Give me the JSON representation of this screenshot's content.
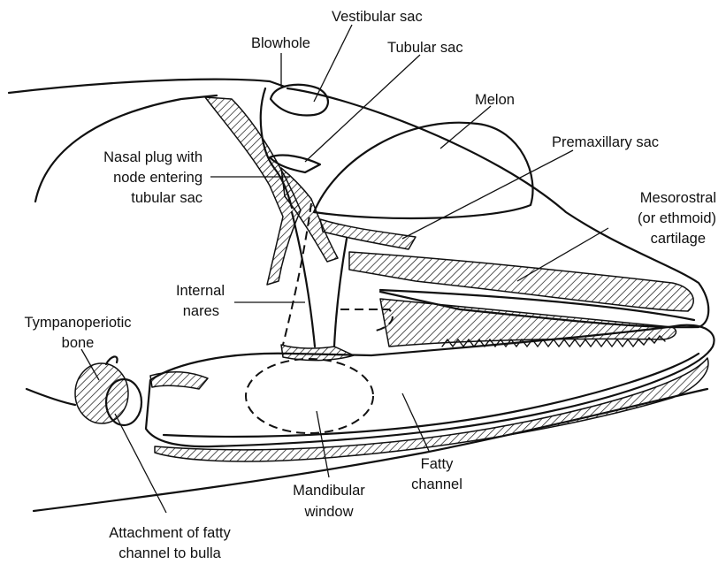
{
  "labels": {
    "blowhole": "Blowhole",
    "vestibular_sac": "Vestibular sac",
    "tubular_sac": "Tubular sac",
    "melon": "Melon",
    "premaxillary_sac": "Premaxillary sac",
    "nasal_plug_1": "Nasal plug with",
    "nasal_plug_2": "node entering",
    "nasal_plug_3": "tubular sac",
    "mesorostral_1": "Mesorostral",
    "mesorostral_2": "(or ethmoid)",
    "mesorostral_3": "cartilage",
    "internal_nares_1": "Internal",
    "internal_nares_2": "nares",
    "tympanoperiotic_1": "Tympanoperiotic",
    "tympanoperiotic_2": "bone",
    "fatty_channel_1": "Fatty",
    "fatty_channel_2": "channel",
    "mandibular_window_1": "Mandibular",
    "mandibular_window_2": "window",
    "attachment_1": "Attachment of fatty",
    "attachment_2": "channel to bulla"
  }
}
